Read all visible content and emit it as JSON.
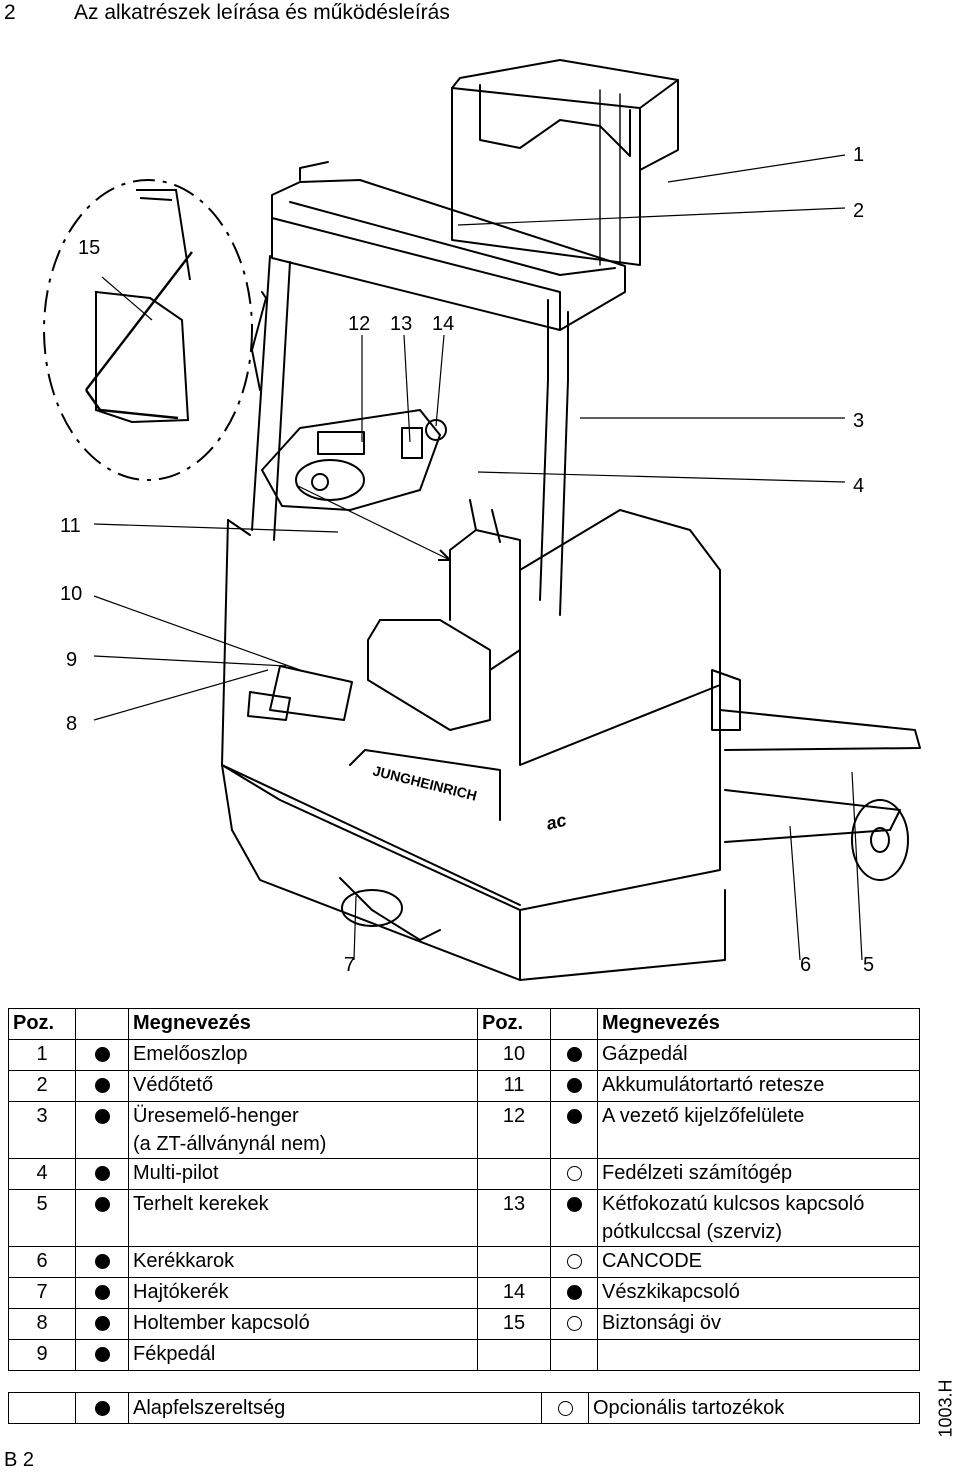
{
  "header": {
    "number": "2",
    "title": "Az alkatrészek leírása és működésleírás"
  },
  "figure": {
    "brand": "JUNGHEINRICH",
    "model_mark": "ac",
    "callouts": [
      "1",
      "2",
      "3",
      "4",
      "5",
      "6",
      "7",
      "8",
      "9",
      "10",
      "11",
      "12",
      "13",
      "14",
      "15"
    ]
  },
  "table": {
    "headers": {
      "pos": "Poz.",
      "name": "Megnevezés",
      "pos2": "Poz.",
      "name2": "Megnevezés"
    },
    "rows": [
      {
        "pos": "1",
        "name": "Emelőoszlop",
        "pos2": "10",
        "name2": "Gázpedál"
      },
      {
        "pos": "2",
        "name": "Védőtető",
        "pos2": "11",
        "name2": "Akkumulátortartó retesze"
      },
      {
        "pos": "3",
        "name": "Üresemelő-henger",
        "name_b": "(a ZT-állványnál nem)",
        "pos2": "12",
        "name2": "A vezető kijelzőfelülete"
      },
      {
        "pos": "4",
        "name": "Multi-pilot",
        "pos2": "",
        "name2": "Fedélzeti számítógép"
      },
      {
        "pos": "5",
        "name": "Terhelt kerekek",
        "pos2": "13",
        "name2": "Kétfokozatú kulcsos kapcsoló",
        "name2_b": "pótkulccsal (szerviz)"
      },
      {
        "pos": "6",
        "name": "Kerékkarok",
        "pos2": "",
        "name2": "CANCODE"
      },
      {
        "pos": "7",
        "name": "Hajtókerék",
        "pos2": "14",
        "name2": "Vészkikapcsoló"
      },
      {
        "pos": "8",
        "name": "Holtember kapcsoló",
        "pos2": "15",
        "name2": "Biztonsági öv"
      },
      {
        "pos": "9",
        "name": "Fékpedál",
        "pos2": "",
        "name2": ""
      }
    ]
  },
  "legend": {
    "standard": "Alapfelszereltség",
    "optional": "Opcionális tartozékok"
  },
  "side_code": "1003.H",
  "page_number": "B 2"
}
